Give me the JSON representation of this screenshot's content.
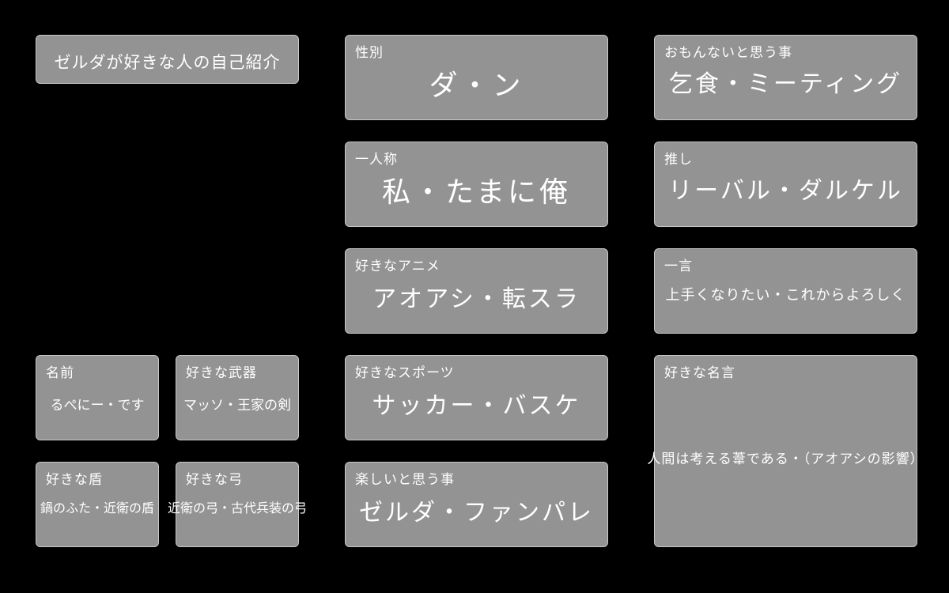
{
  "title": "ゼルダが好きな人の自己紹介",
  "cards": {
    "gender": {
      "label": "性別",
      "value": "ダ・ン"
    },
    "first_person": {
      "label": "一人称",
      "value": "私・たまに俺"
    },
    "anime": {
      "label": "好きなアニメ",
      "value": "アオアシ・転スラ"
    },
    "sports": {
      "label": "好きなスポーツ",
      "value": "サッカー・バスケ"
    },
    "fun": {
      "label": "楽しいと思う事",
      "value": "ゼルダ・ファンパレ"
    },
    "boring": {
      "label": "おもんないと思う事",
      "value": "乞食・ミーティング"
    },
    "oshi": {
      "label": "推し",
      "value": "リーバル・ダルケル"
    },
    "comment": {
      "label": "一言",
      "value": "上手くなりたい・これからよろしく"
    },
    "quote": {
      "label": "好きな名言",
      "value": "人間は考える葦である・（アオアシの影響）"
    },
    "name": {
      "label": "名前",
      "value": "るぺにー・です"
    },
    "weapon": {
      "label": "好きな武器",
      "value": "マッソ・王家の剣"
    },
    "shield": {
      "label": "好きな盾",
      "value": "鍋のふた・近衛の盾"
    },
    "bow": {
      "label": "好きな弓",
      "value": "近衛の弓・古代兵装の弓"
    }
  },
  "colors": {
    "background": "#000000",
    "card": "#939393",
    "card_border": "#c8c8c8",
    "text": "#ffffff"
  }
}
